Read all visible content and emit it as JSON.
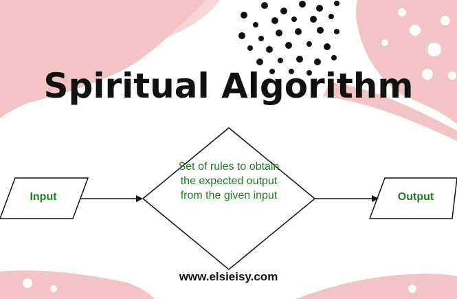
{
  "title": "Spiritual Algorithm",
  "website": "www.elsieisy.com",
  "diagram": {
    "input": "Input",
    "process": "Set of rules to obtain the expected output from the given input",
    "output": "Output"
  },
  "colors": {
    "pink": "#f2c4c4",
    "node_text": "#1e7a22",
    "stroke": "#111111",
    "dots": "#111111"
  }
}
